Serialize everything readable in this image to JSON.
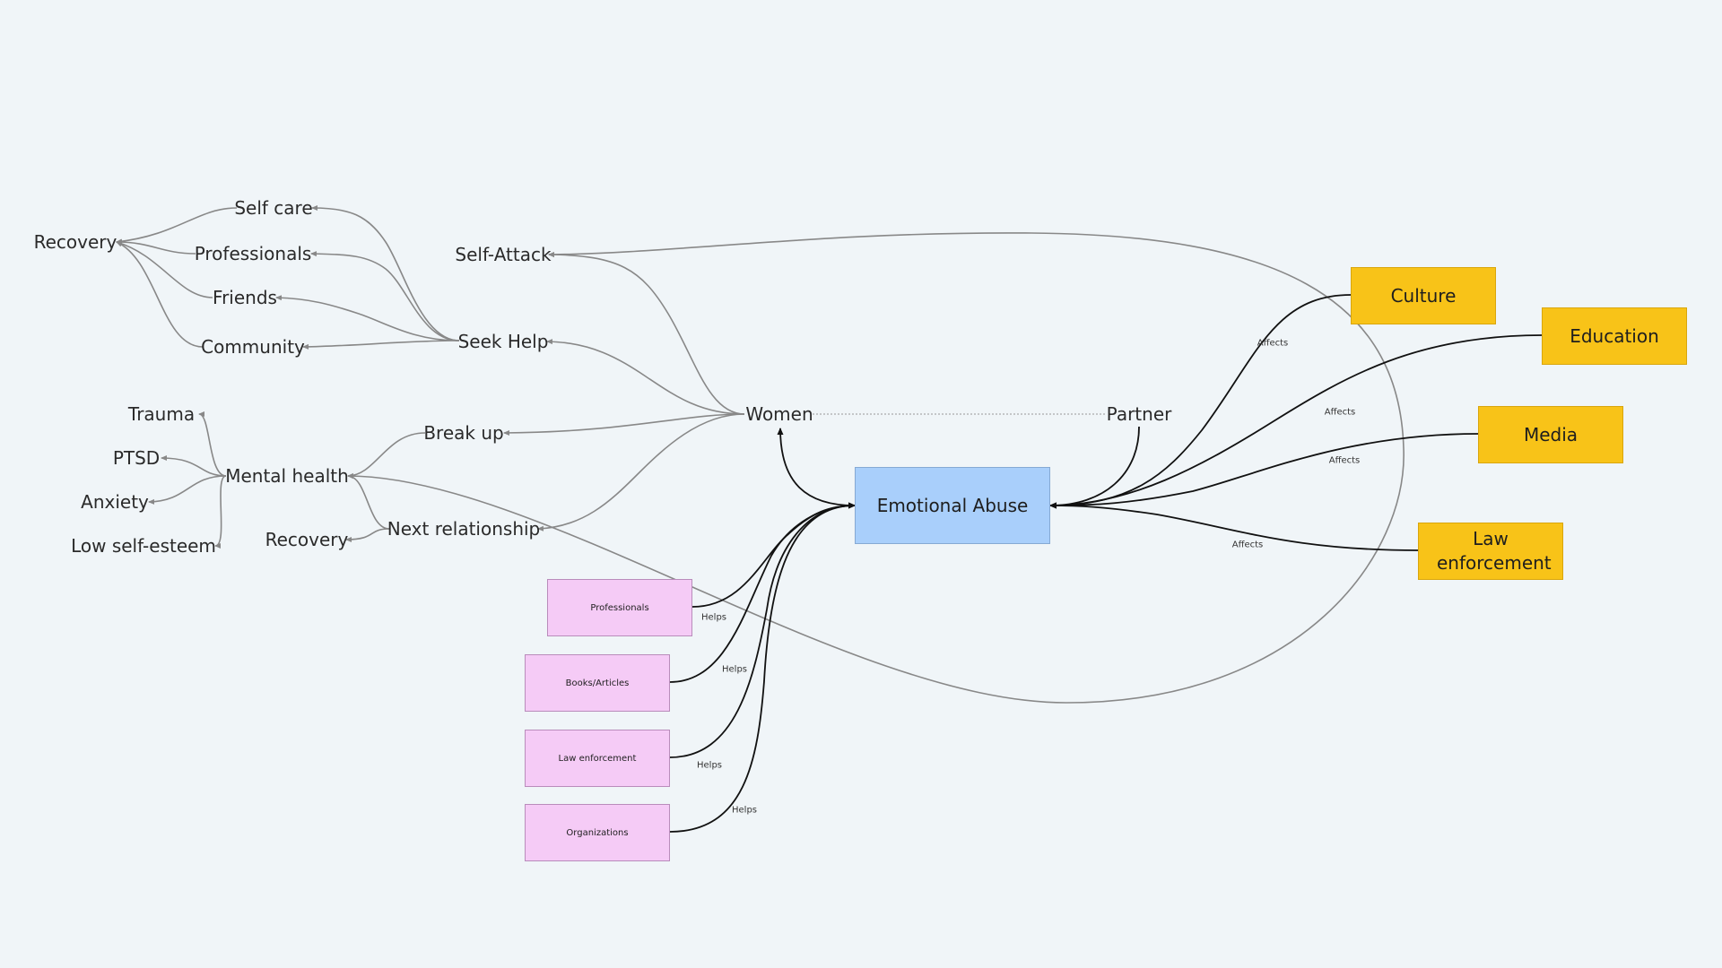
{
  "central": {
    "label": "Emotional Abuse"
  },
  "nodes": {
    "women": "Women",
    "partner": "Partner",
    "self_attack": "Self-Attack",
    "seek_help": "Seek Help",
    "break_up": "Break up",
    "next_relationship": "Next relationship",
    "recovery_a": "Recovery",
    "recovery_b": "Recovery",
    "self_care": "Self care",
    "professionals": "Professionals",
    "friends": "Friends",
    "community": "Community",
    "mental_health": "Mental health",
    "trauma": "Trauma",
    "ptsd": "PTSD",
    "anxiety": "Anxiety",
    "low_self_esteem": "Low self-esteem"
  },
  "factors": [
    {
      "label": "Culture",
      "edge": "Affects"
    },
    {
      "label": "Education",
      "edge": "Affects"
    },
    {
      "label": "Media",
      "edge": "Affects"
    },
    {
      "label": "Law enforcement",
      "edge": "Affects"
    }
  ],
  "helpers": [
    {
      "label": "Professionals",
      "edge": "Helps"
    },
    {
      "label": "Books/Articles",
      "edge": "Helps"
    },
    {
      "label": "Law enforcement",
      "edge": "Helps"
    },
    {
      "label": "Organizations",
      "edge": "Helps"
    }
  ],
  "colors": {
    "background": "#f0f5f8",
    "factor": "#f8c318",
    "helper": "#f5cbf6",
    "central": "#a9cffb",
    "edge_dark": "#111111",
    "edge_gray": "#888888"
  }
}
